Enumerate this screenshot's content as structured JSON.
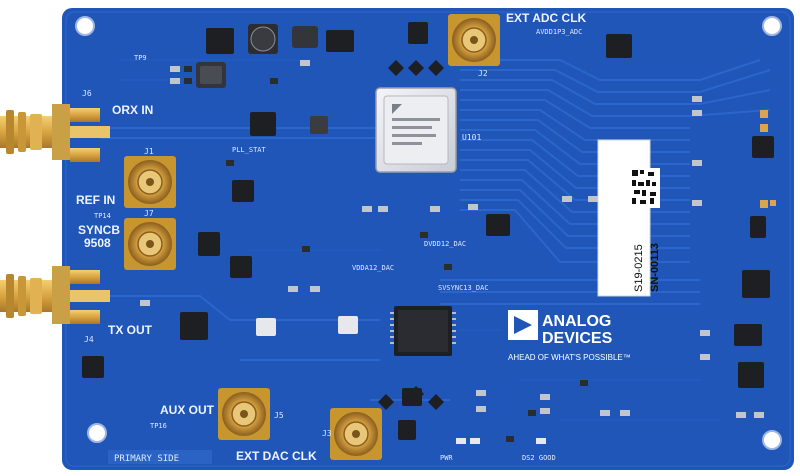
{
  "board": {
    "colors": {
      "pcb": "#1f56b8",
      "pcb_dark": "#174596",
      "trace": "#2a67cc",
      "silk": "#eef3ff",
      "gold": "#d9a441",
      "chip": "#1e1f23",
      "shield": "#e7e8ec"
    },
    "connectors": {
      "orx_in": "ORX IN",
      "ref_in": "REF IN",
      "syncb": "SYNCB",
      "syncb_num": "9508",
      "tx_out": "TX OUT",
      "aux_out": "AUX OUT",
      "ext_dac_clk": "EXT DAC CLK",
      "ext_adc_clk": "EXT ADC CLK"
    },
    "labels": {
      "primary_side": "PRIMARY SIDE",
      "u101": "U101",
      "adc_supply": "AVDD1P3_ADC",
      "dac_supply": "DVDD12_DAC",
      "vdda12": "VDDA12_DAC",
      "sysync": "SVSYNC13_DAC",
      "pll_stat": "PLL_STAT",
      "ds2_good": "DS2 GOOD",
      "pwr": "PWR",
      "j6": "J6",
      "j1": "J1",
      "j7": "J7",
      "j4": "J4",
      "j5": "J5",
      "j3": "J3",
      "j2": "J2",
      "tp9": "TP9",
      "tp14": "TP14",
      "tp16": "TP16"
    },
    "brand": {
      "name_line1": "ANALOG",
      "name_line2": "DEVICES",
      "tagline": "AHEAD OF WHAT'S POSSIBLE™"
    },
    "sticker": {
      "part": "S19-0215",
      "serial": "SN-00113"
    }
  }
}
